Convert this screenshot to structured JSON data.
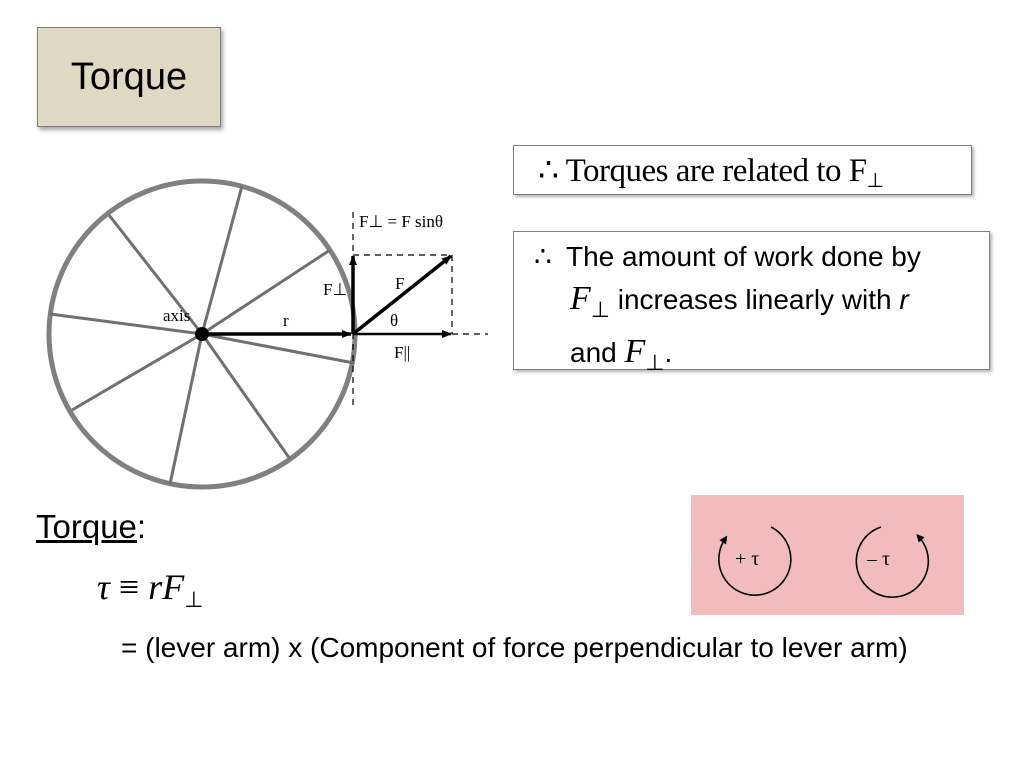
{
  "title": "Torque",
  "boxes": {
    "related": {
      "symbol": "∴",
      "text": " Torques are related to F",
      "sub": "⊥"
    },
    "work": {
      "symbol": "∴",
      "line1": "The amount of work done by",
      "f_symbol": "F",
      "f_sub": "⊥",
      "line2": " increases linearly with ",
      "r": "r",
      "line3_and": "and ",
      "period": "."
    }
  },
  "diagram": {
    "axis_label": "axis",
    "r_label": "r",
    "f_perp_label": "F⊥",
    "f_label": "F",
    "theta_label": "θ",
    "f_par_label": "F||",
    "f_perp_eq": "F⊥ = F sinθ"
  },
  "torque_section": {
    "heading": "Torque",
    "colon": ":",
    "formula_tau": "τ",
    "formula_eq": " ≡ ",
    "formula_rhs": "rF",
    "formula_sub": "⊥",
    "explanation": "= (lever arm) x (Component of force perpendicular to lever arm)"
  },
  "signs": {
    "positive": "+ τ",
    "negative": "– τ",
    "background": "#f2bcbc"
  }
}
